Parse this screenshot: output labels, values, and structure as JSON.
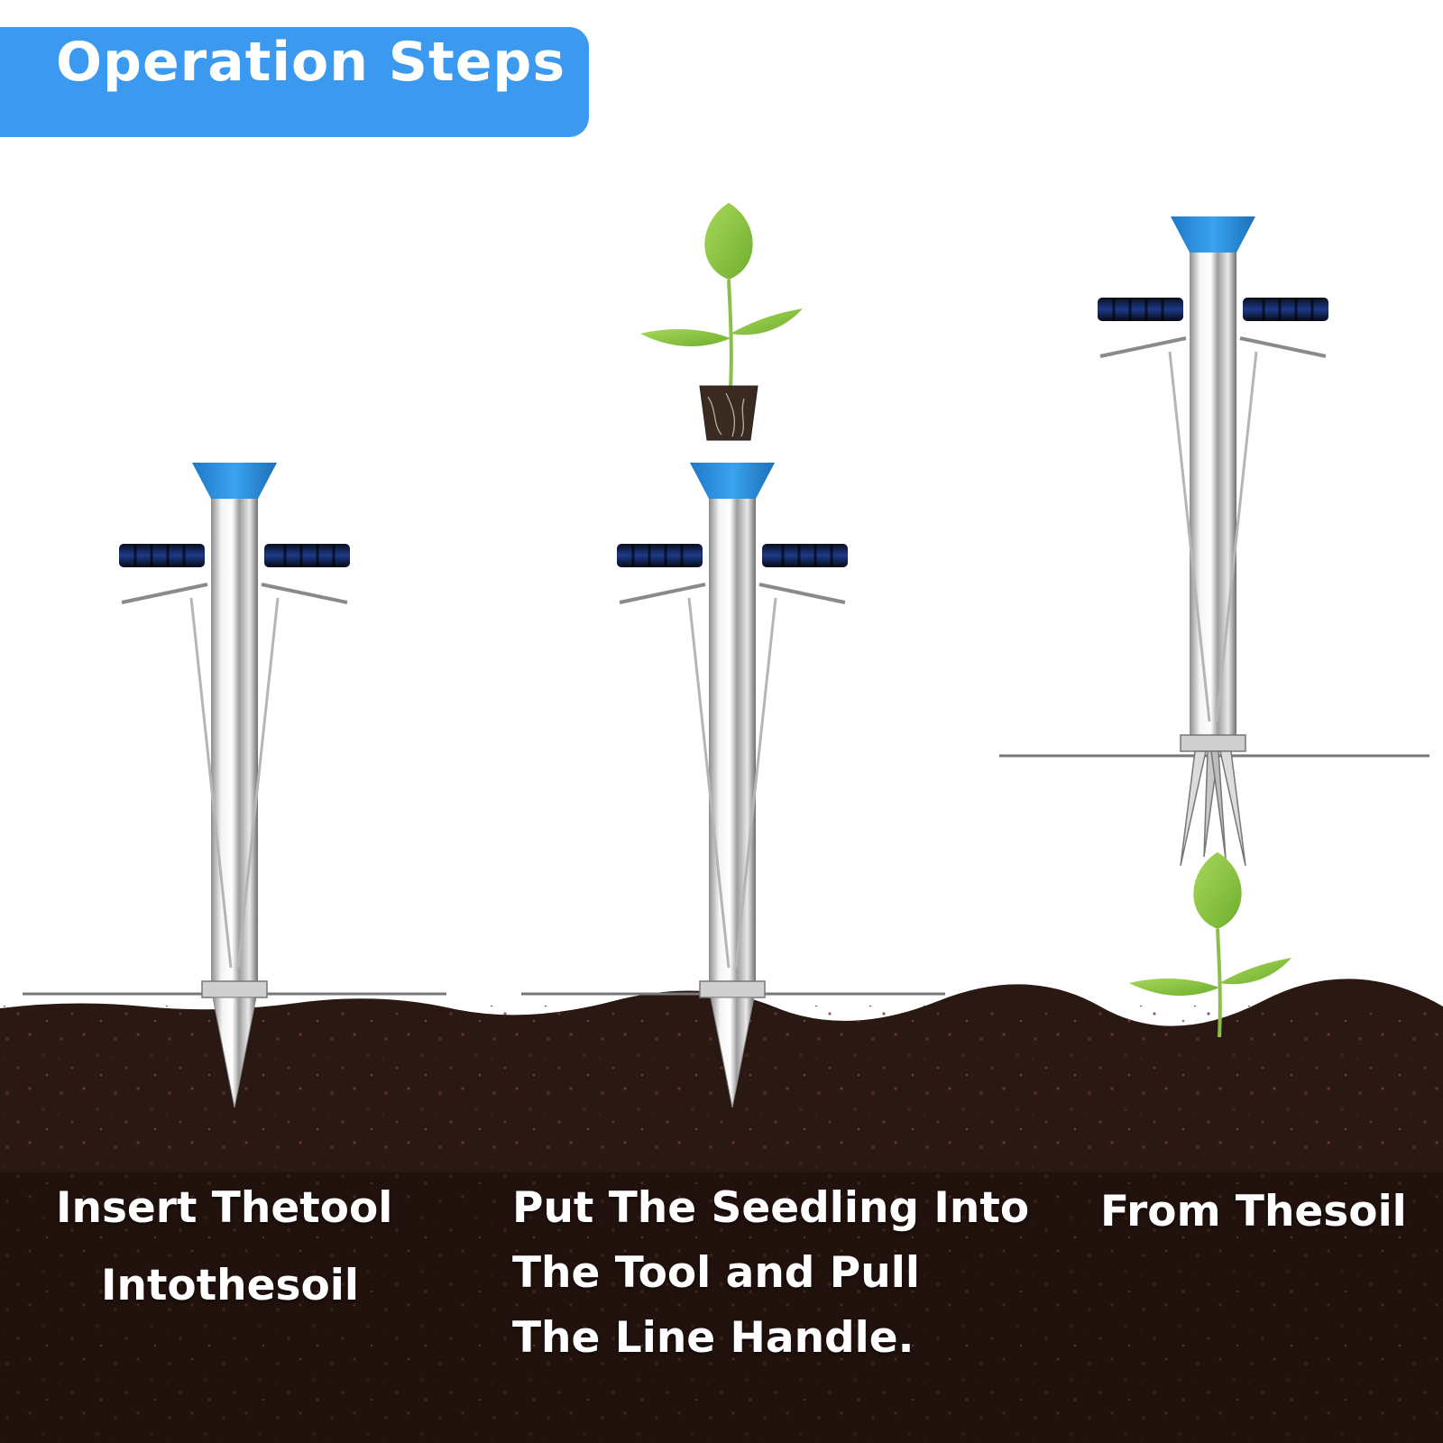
{
  "header": {
    "title": "Operation Steps"
  },
  "steps": [
    {
      "lines": [
        "Insert Thetool",
        "Intothesoil"
      ]
    },
    {
      "lines": [
        "Put The Seedling Into",
        "The Tool and Pull",
        "The Line Handle."
      ]
    },
    {
      "lines": [
        "From Thesoil"
      ]
    }
  ],
  "colors": {
    "banner": "#3b9af0",
    "tool_cap": "#2f8ee0",
    "soil": "#2a1813",
    "leaf": "#8cc63f",
    "text": "#ffffff"
  }
}
